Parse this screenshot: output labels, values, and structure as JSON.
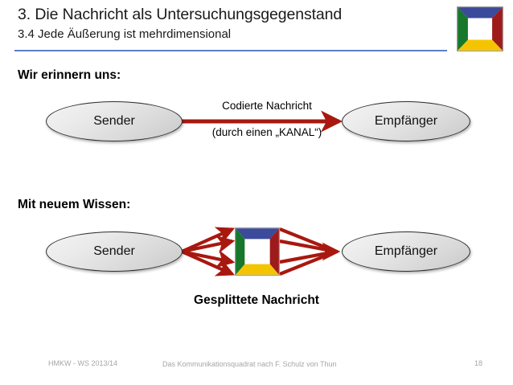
{
  "slide": {
    "title": "3. Die Nachricht als Untersuchungsgegenstand",
    "subtitle": "3.4 Jede Äußerung ist mehrdimensional",
    "rule_color": "#5b7fc4",
    "background": "#ffffff"
  },
  "logo": {
    "name": "kommunikationsquadrat-logo",
    "top_color": "#3b4a9b",
    "right_color": "#9e1b1b",
    "bottom_color": "#f5c400",
    "left_color": "#17772a",
    "center_color": "#ffffff",
    "frame_color": "#9a9a9a"
  },
  "sections": {
    "first": {
      "label": "Wir erinnern uns:",
      "sender_label": "Sender",
      "receiver_label": "Empfänger",
      "channel_line_1": "Codierte Nachricht",
      "channel_line_2": "(durch einen „KANAL“)"
    },
    "second": {
      "label": "Mit neuem Wissen:",
      "sender_label": "Sender",
      "receiver_label": "Empfänger",
      "caption": "Gesplittete Nachricht",
      "split_arrow_count": 4,
      "merge_arrow_count": 4
    }
  },
  "colors": {
    "arrow_red": "#a8180f",
    "ellipse_border": "#2d2d2d",
    "text": "#000000",
    "footer_text": "#a6a6a6"
  },
  "footer": {
    "left": "HMKW - WS 2013/14",
    "center": "Das Kommunikationsquadrat nach F. Schulz von Thun",
    "page": "18"
  }
}
